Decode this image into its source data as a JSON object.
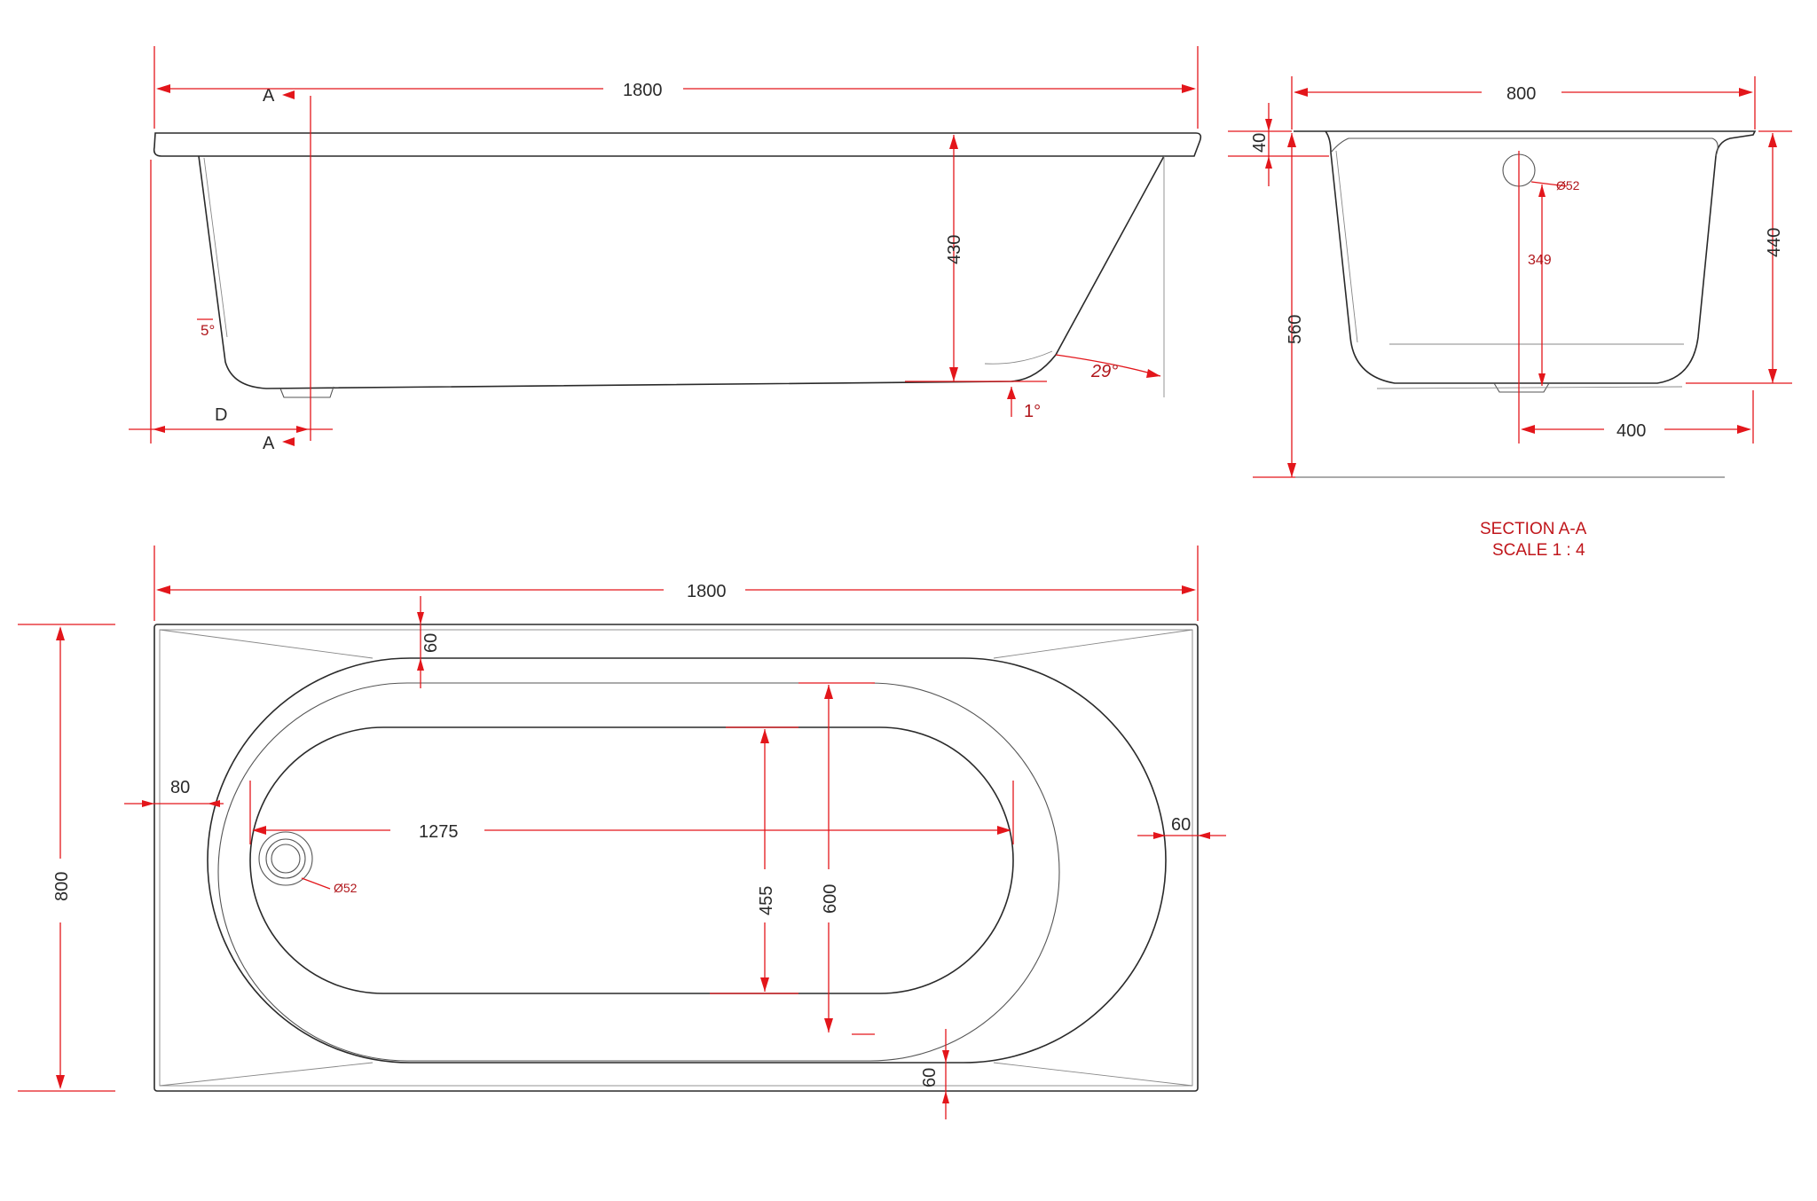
{
  "side_view": {
    "length": "1800",
    "height": "430",
    "angle_end": "29°",
    "angle_floor": "1°",
    "angle_wall": "5°",
    "label_d": "D",
    "section_mark": "A"
  },
  "section_view": {
    "width": "800",
    "rim": "40",
    "overall_height": "560",
    "inner_height": "440",
    "waste_height": "349",
    "waste_dia": "Ø52",
    "waste_offset": "400",
    "title": "SECTION A-A",
    "scale": "SCALE 1 : 4"
  },
  "plan_view": {
    "length": "1800",
    "width": "800",
    "rim_top": "60",
    "rim_bottom": "60",
    "rim_left": "80",
    "rim_right": "60",
    "inner_length": "1275",
    "inner_width": "455",
    "outer_width": "600",
    "waste_dia": "Ø52"
  }
}
